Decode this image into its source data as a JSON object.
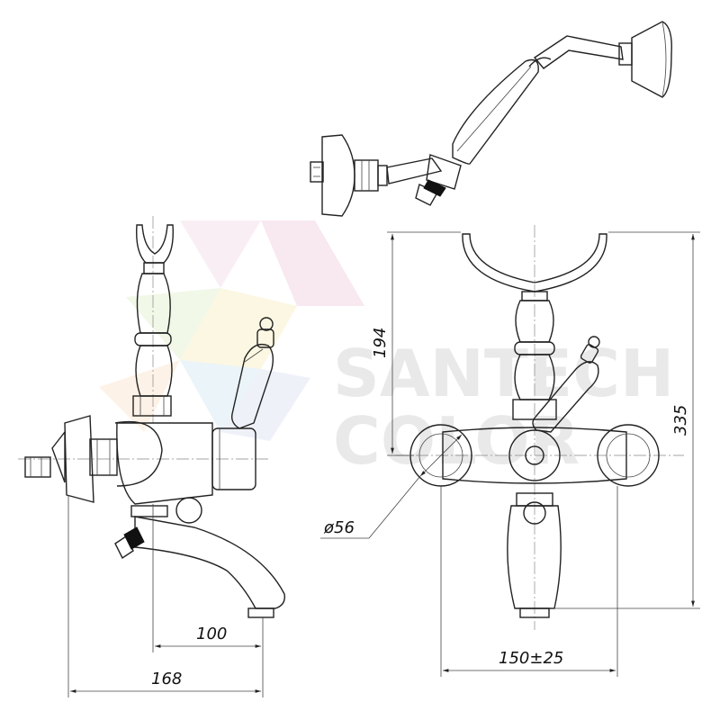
{
  "dimensions": {
    "side_spout": "100",
    "side_total": "168",
    "front_width": "150±25",
    "front_upper": "194",
    "front_total": "335",
    "knob_diameter": "ø56"
  },
  "watermark": {
    "line1": "SANTECH",
    "line2": "COLOR"
  }
}
